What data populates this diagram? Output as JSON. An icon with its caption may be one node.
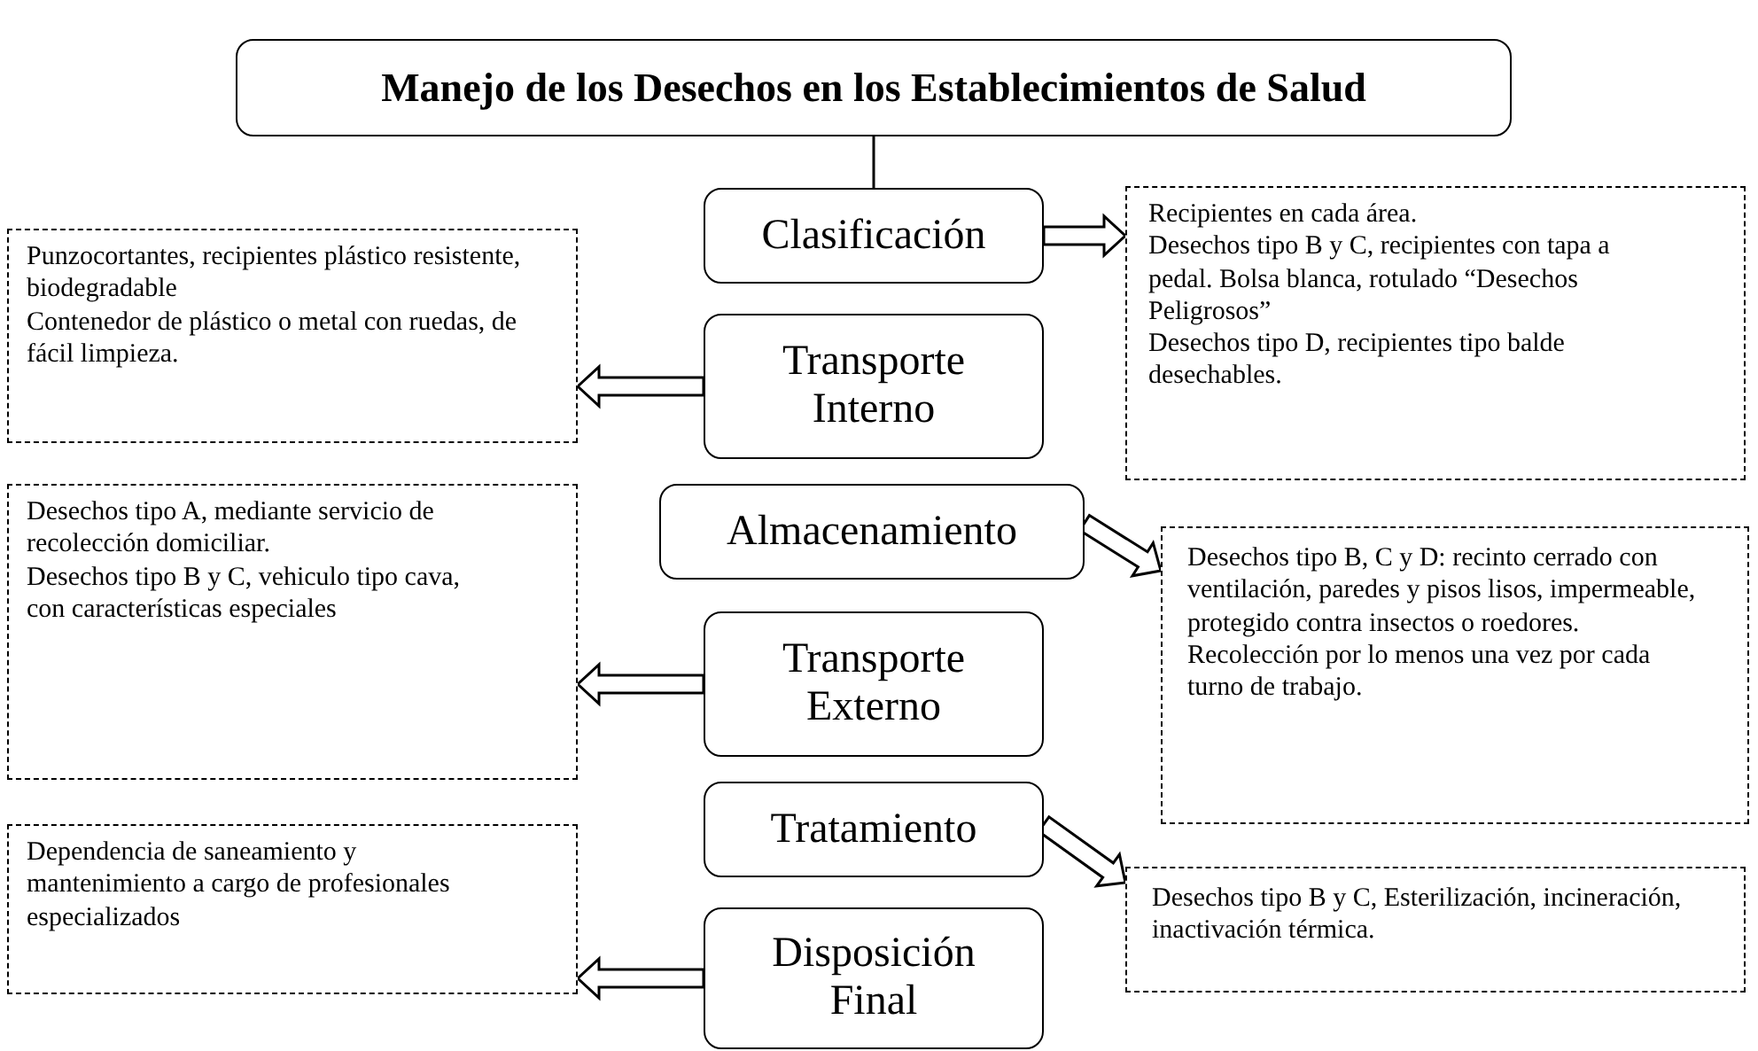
{
  "diagram": {
    "nodes": [
      {
        "text": [
          "Manejo de los Desechos en los Establecimientos de Salud"
        ]
      },
      {
        "text": [
          "Clasificación"
        ]
      },
      {
        "text": [
          "Recipientes en cada área.",
          "Desechos tipo B y C, recipientes con tapa a pedal. Bolsa blanca, rotulado “Desechos Peligrosos”",
          "Desechos tipo D, recipientes tipo balde desechables."
        ]
      },
      {
        "text": [
          "Transporte Interno"
        ]
      },
      {
        "text": [
          "Punzocortantes, recipientes plástico resistente, biodegradable",
          "Contenedor de plástico o metal con ruedas, de fácil limpieza."
        ]
      },
      {
        "text": [
          "Almacenamiento"
        ]
      },
      {
        "text": [
          "Desechos tipo B, C y D: recinto cerrado con ventilación, paredes y pisos lisos, impermeable, protegido contra insectos o roedores.",
          "Recolección por lo menos una vez por cada turno de trabajo."
        ]
      },
      {
        "text": [
          "Transporte Externo"
        ]
      },
      {
        "text": [
          "Desechos tipo A, mediante servicio de recolección domiciliar.",
          "Desechos tipo B y C, vehiculo tipo cava, con características especiales"
        ]
      },
      {
        "text": [
          "Tratamiento"
        ]
      },
      {
        "text": [
          "Desechos tipo B y C, Esterilización, incineración, inactivación térmica."
        ]
      },
      {
        "text": [
          "Disposición Final"
        ]
      },
      {
        "text": [
          "Dependencia de saneamiento y mantenimiento a cargo de profesionales especializados"
        ]
      }
    ],
    "edges": [
      {
        "from": 0,
        "to": 1,
        "arrow": "none"
      },
      {
        "from": 1,
        "to": 2,
        "arrow": "to"
      },
      {
        "from": 3,
        "to": 4,
        "arrow": "to"
      },
      {
        "from": 5,
        "to": 6,
        "arrow": "to"
      },
      {
        "from": 7,
        "to": 8,
        "arrow": "to"
      },
      {
        "from": 9,
        "to": 10,
        "arrow": "to"
      },
      {
        "from": 11,
        "to": 12,
        "arrow": "to"
      }
    ]
  }
}
